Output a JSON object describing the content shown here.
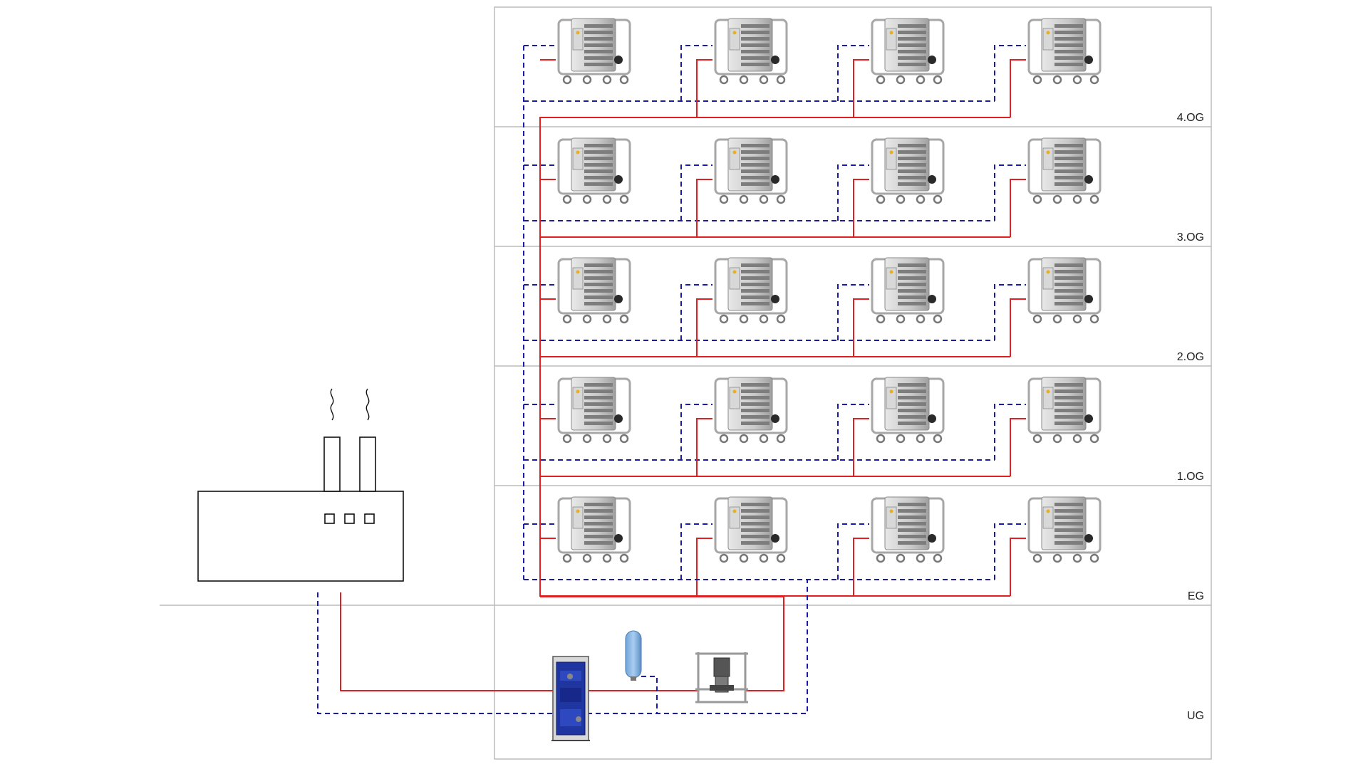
{
  "diagram": {
    "floors": [
      {
        "id": "4og",
        "label": "4.OG"
      },
      {
        "id": "3og",
        "label": "3.OG"
      },
      {
        "id": "2og",
        "label": "2.OG"
      },
      {
        "id": "1og",
        "label": "1.OG"
      },
      {
        "id": "eg",
        "label": "EG"
      },
      {
        "id": "ug",
        "label": "UG"
      }
    ],
    "heaters_per_floor": 4,
    "colors": {
      "supply_line": "#e02020",
      "return_line": "#1a1aa8",
      "frame": "#bbbbbb",
      "outline": "#111111"
    },
    "components": [
      "district-heating-plant",
      "heat-exchanger-station",
      "expansion-vessel",
      "pump-unit",
      "unit-heater"
    ]
  }
}
